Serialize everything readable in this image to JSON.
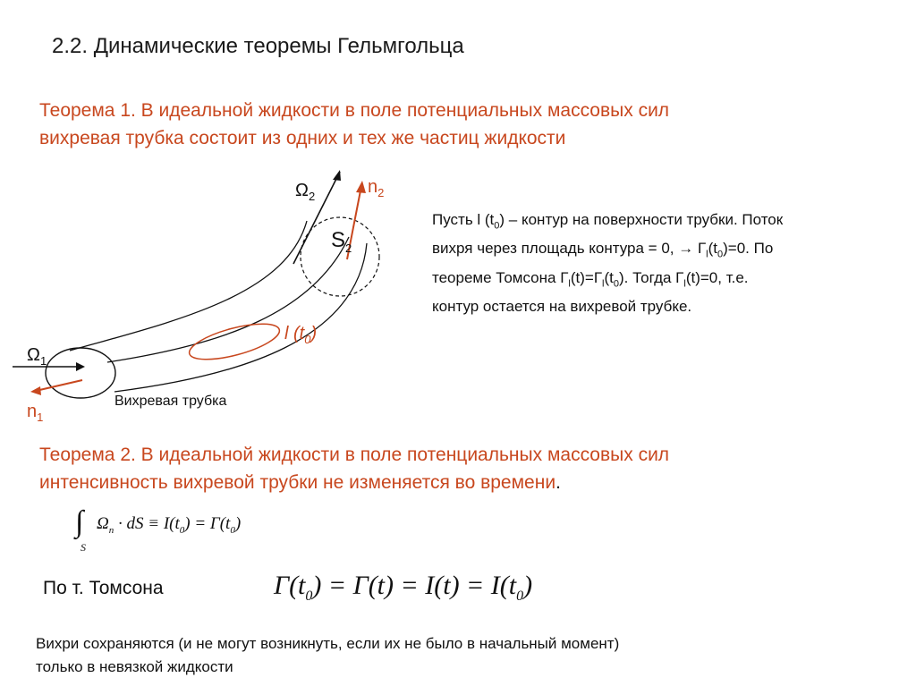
{
  "title": "2.2. Динамические теоремы Гельмгольца",
  "theorem1": {
    "line1": "Теорема 1. В идеальной жидкости в поле потенциальных массовых сил",
    "line2": "вихревая трубка состоит из одних и тех же частиц жидкости"
  },
  "diagram": {
    "omega2": "Ω",
    "omega2_sub": "2",
    "n2": "n",
    "n2_sub": "2",
    "s2": "S",
    "s2_sub": "2",
    "omega1": "Ω",
    "omega1_sub": "1",
    "n1": "n",
    "n1_sub": "1",
    "contour": "l (t",
    "contour_sub": "0",
    "contour_close": ")",
    "tube_label": "Вихревая трубка",
    "colors": {
      "accent": "#c8471e",
      "line": "#111111"
    }
  },
  "paragraph": {
    "l1": "Пусть l (t",
    "l1_sub": "0",
    "l1_end": ") – контур на поверхности трубки. Поток",
    "l2": "вихря через площадь контура = 0, → Г",
    "l2_sub1": "l",
    "l2_mid": "(t",
    "l2_sub2": "0",
    "l2_end": ")=0. По",
    "l3": "теореме Томсона Г",
    "l3_sub1": "l",
    "l3_mid1": "(t)=Г",
    "l3_sub2": "l",
    "l3_mid2": "(t",
    "l3_sub3": "0",
    "l3_mid3": "). Тогда Г",
    "l3_sub4": "l",
    "l3_end": "(t)=0, т.е.",
    "l4": "контур остается на вихревой трубке."
  },
  "theorem2": {
    "line1": "Теорема 2. В идеальной жидкости в поле потенциальных массовых сил",
    "line2": "интенсивность вихревой трубки не изменяется во времени",
    "line2_end": "."
  },
  "integral": {
    "sign": "∫",
    "sub": "S",
    "a": "Ω",
    "a_sub": "n",
    "b": " · dS ≡ I(t",
    "b_sub": "0",
    "c": ") = Γ(t",
    "c_sub": "0",
    "d": ")"
  },
  "thomson": {
    "label": "По т. Томсона",
    "f1": "Γ(t",
    "f1_sub": "0",
    "f2": ") = Γ(t) = I(t) = I(t",
    "f2_sub": "0",
    "f3": ")"
  },
  "conclusion": {
    "line1": "Вихри сохраняются (и не могут возникнуть, если их не было в начальный момент)",
    "line2": "только в невязкой жидкости"
  }
}
